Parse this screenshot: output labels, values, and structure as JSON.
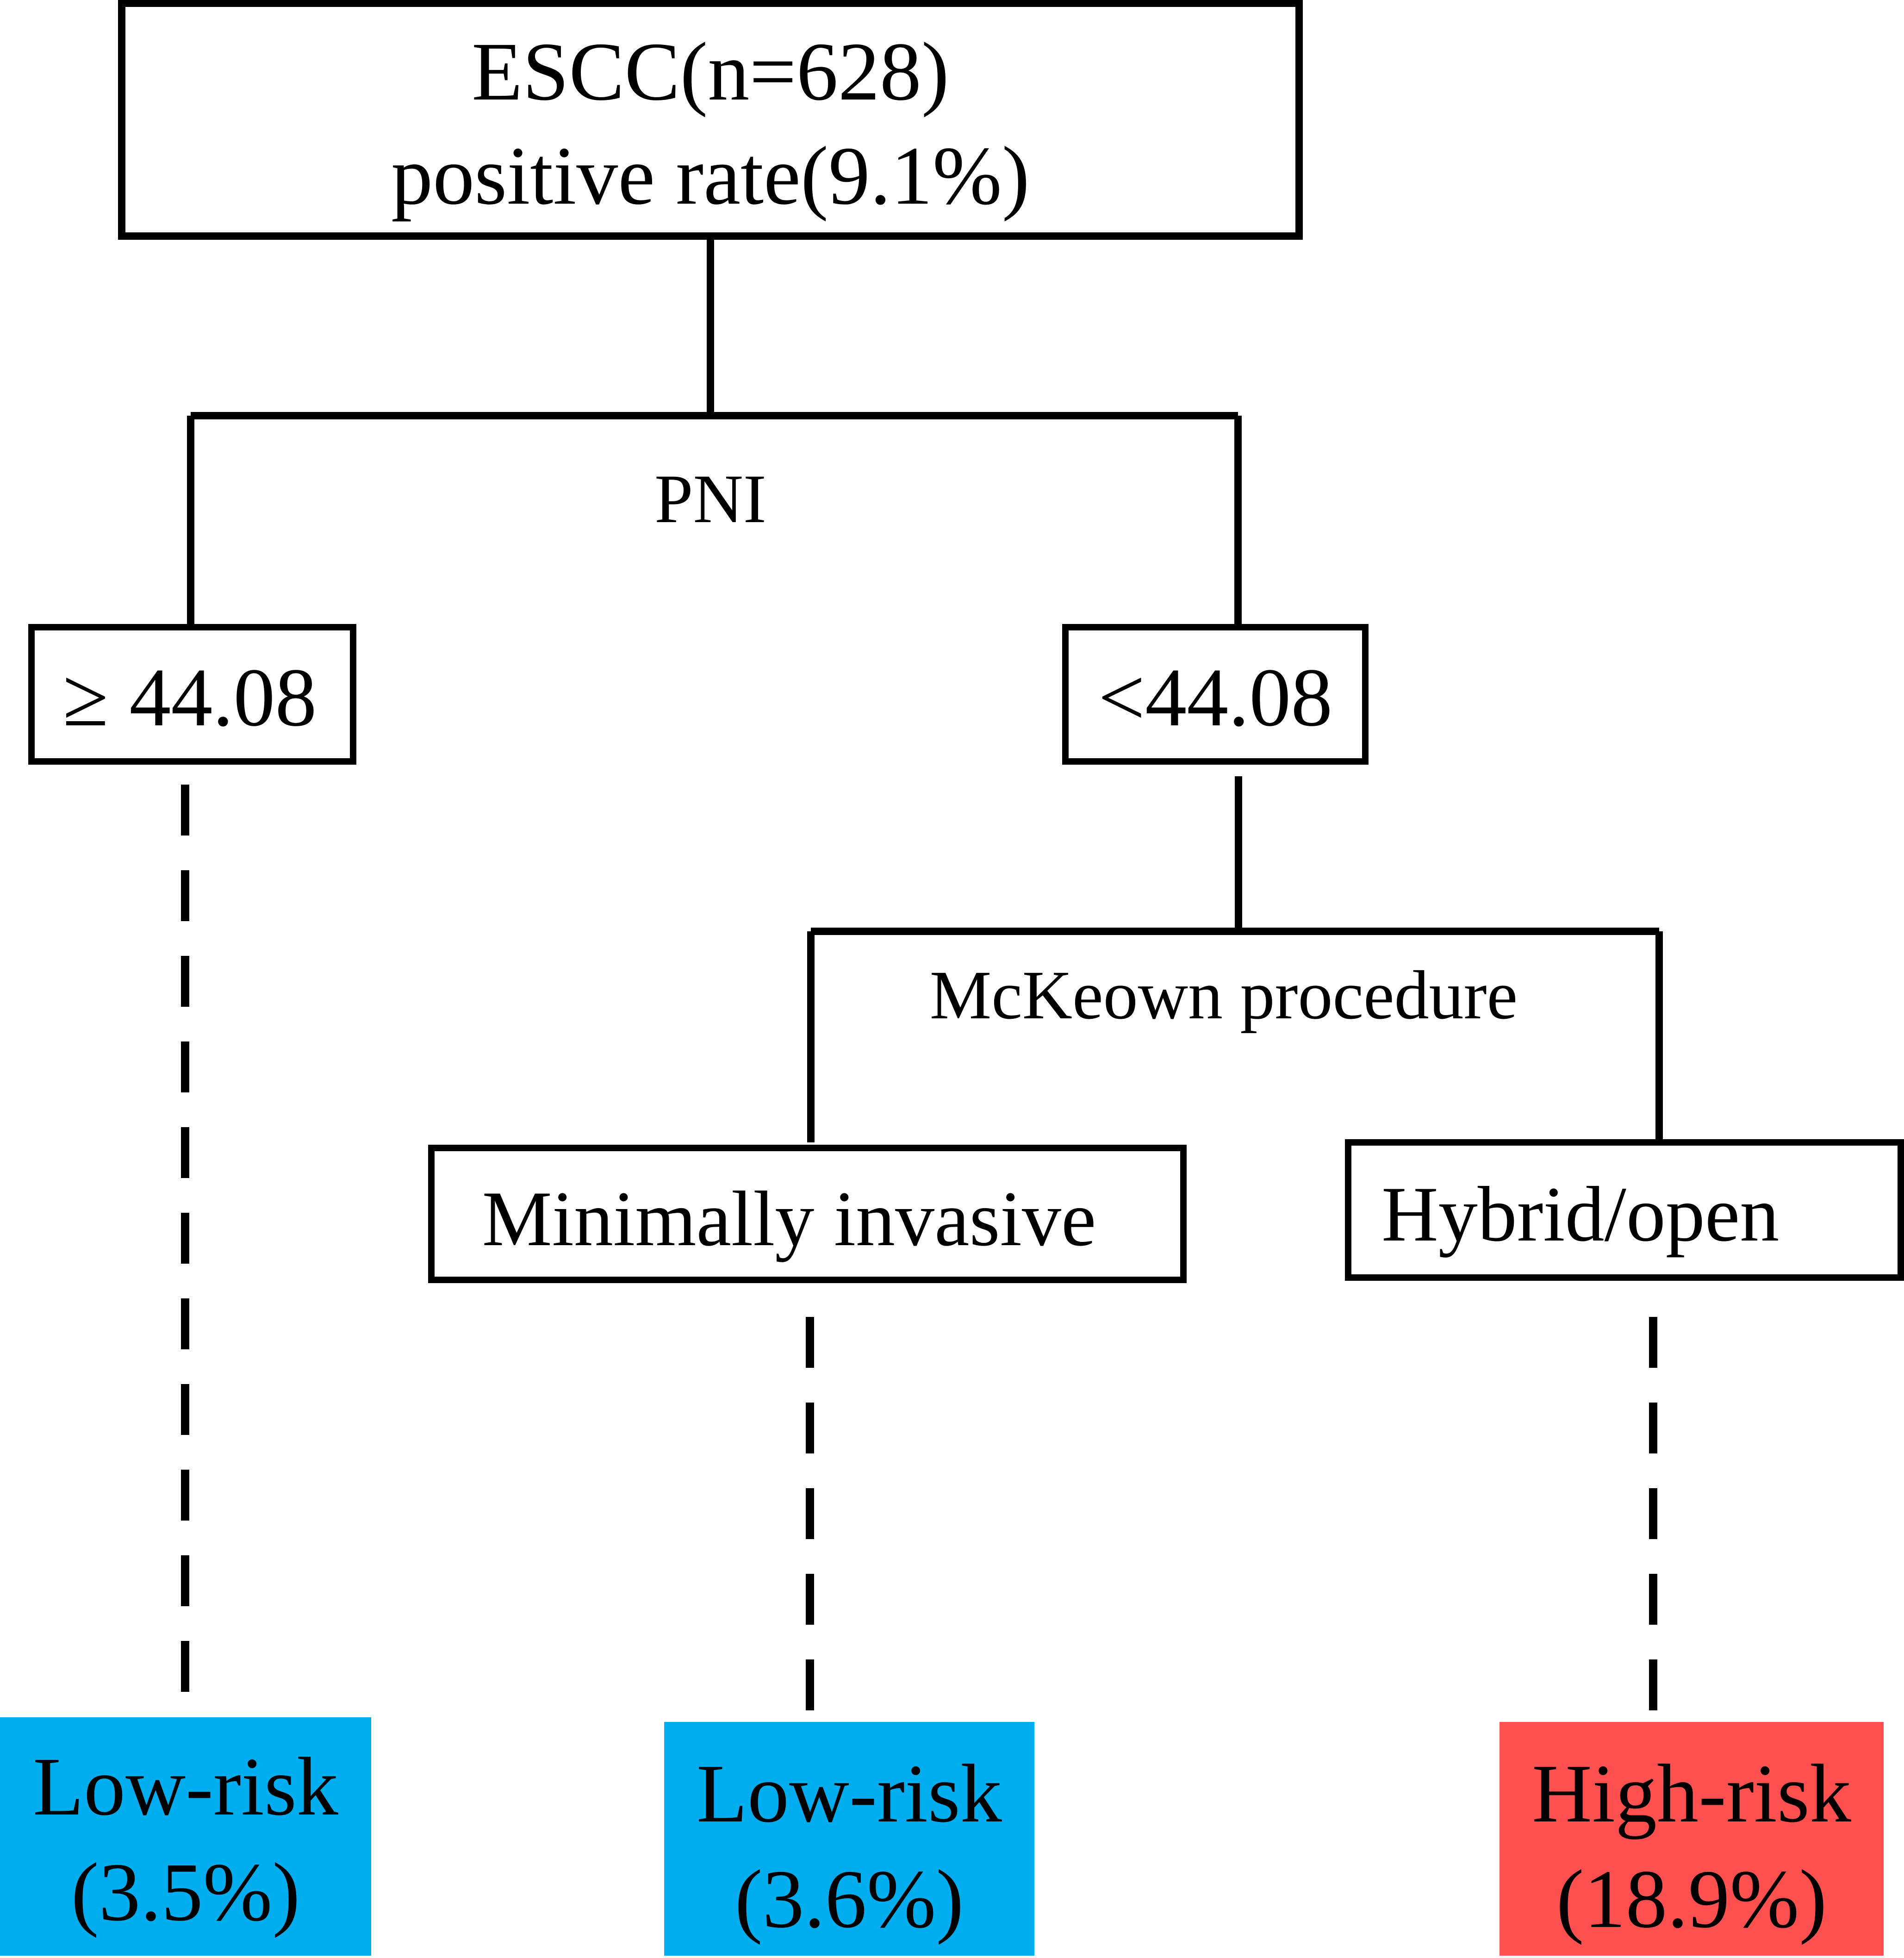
{
  "root": {
    "line1": "ESCC(n=628)",
    "line2": "positive rate(9.1%)"
  },
  "split1": {
    "label": "PNI",
    "left_label": "≥ 44.08",
    "right_label": "<44.08"
  },
  "split2": {
    "label": "McKeown procedure",
    "left_label": "Minimally invasive",
    "right_label": "Hybrid/open"
  },
  "outcomes": [
    {
      "risk": "Low-risk",
      "rate": "(3.5%)",
      "level": "low"
    },
    {
      "risk": "Low-risk",
      "rate": "(3.6%)",
      "level": "low"
    },
    {
      "risk": "High-risk",
      "rate": "(18.9%)",
      "level": "high"
    }
  ],
  "colors": {
    "low_risk": "#00AEEF",
    "high_risk": "#FF5050",
    "line": "#000000",
    "box_fill": "#FFFFFF"
  }
}
